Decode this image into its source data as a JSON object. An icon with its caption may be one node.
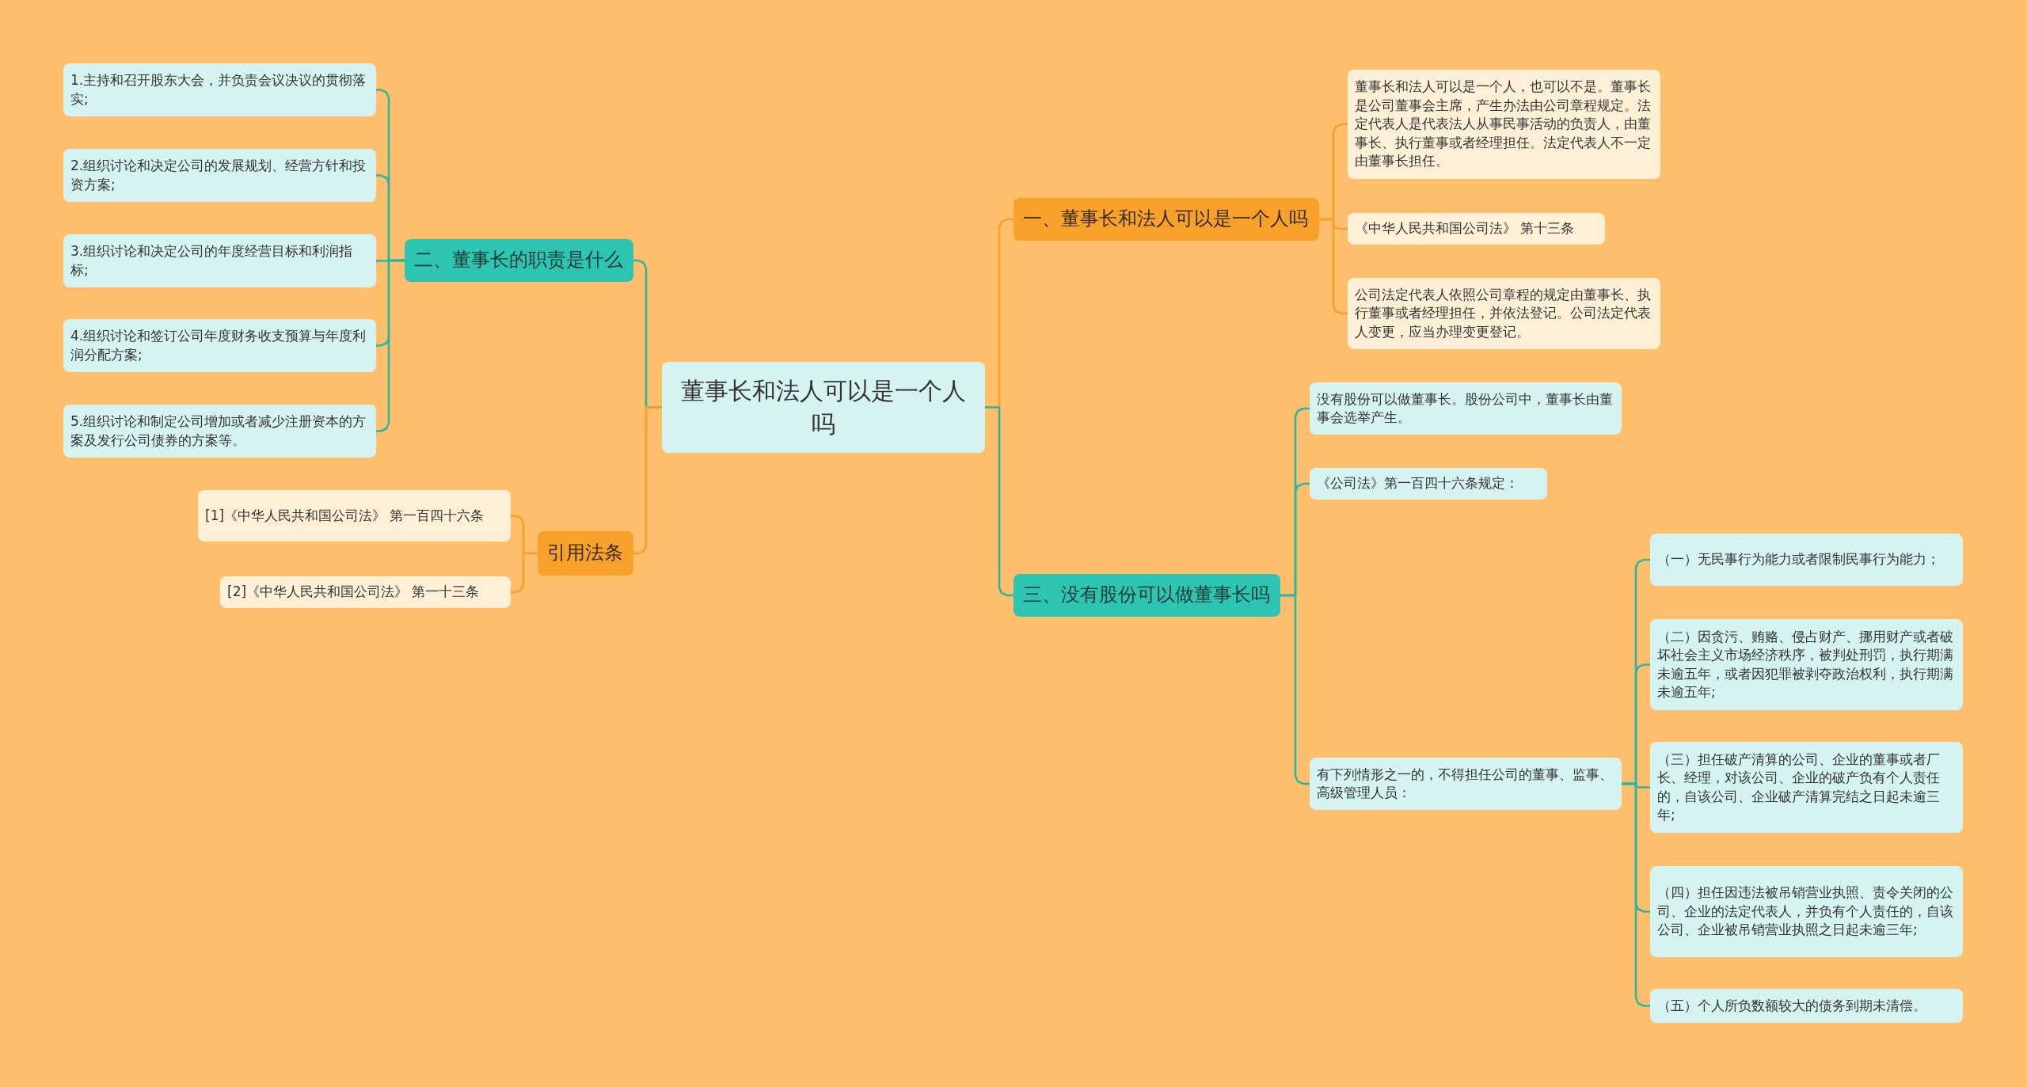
{
  "diagram": {
    "nodes": [
      {
        "text": [
          "董事长和法人可以是一个人吗"
        ]
      },
      {
        "text": [
          "一、董事长和法人可以是一个人吗"
        ]
      },
      {
        "text": [
          "董事长和法人可以是一个人，也可以不是。董事长是公司董事会主席，产生办法由公司章程规定。法定代表人是代表法人从事民事活动的负责人，由董事长、执行董事或者经理担任。法定代表人不一定由董事长担任。"
        ]
      },
      {
        "text": [
          "《中华人民共和国公司法》 第十三条"
        ]
      },
      {
        "text": [
          "公司法定代表人依照公司章程的规定由董事长、执行董事或者经理担任，并依法登记。公司法定代表人变更，应当办理变更登记。"
        ]
      },
      {
        "text": [
          "三、没有股份可以做董事长吗"
        ]
      },
      {
        "text": [
          "没有股份可以做董事长。股份公司中，董事长由董事会选举产生。"
        ]
      },
      {
        "text": [
          "《公司法》第一百四十六条规定："
        ]
      },
      {
        "text": [
          "有下列情形之一的，不得担任公司的董事、监事、高级管理人员："
        ]
      },
      {
        "text": [
          "（一）无民事行为能力或者限制民事行为能力；"
        ]
      },
      {
        "text": [
          "（二）因贪污、贿赂、侵占财产、挪用财产或者破坏社会主义市场经济秩序，被判处刑罚，执行期满未逾五年，或者因犯罪被剥夺政治权利，执行期满未逾五年;"
        ]
      },
      {
        "text": [
          "（三）担任破产清算的公司、企业的董事或者厂长、经理，对该公司、企业的破产负有个人责任的，自该公司、企业破产清算完结之日起未逾三年;"
        ]
      },
      {
        "text": [
          "（四）担任因违法被吊销营业执照、责令关闭的公司、企业的法定代表人，并负有个人责任的，自该公司、企业被吊销营业执照之日起未逾三年;"
        ]
      },
      {
        "text": [
          "（五）个人所负数额较大的债务到期未清偿。"
        ]
      },
      {
        "text": [
          "二、董事长的职责是什么"
        ]
      },
      {
        "text": [
          "1.主持和召开股东大会，并负责会议决议的贯彻落实;"
        ]
      },
      {
        "text": [
          "2.组织讨论和决定公司的发展规划、经营方针和投资方案;"
        ]
      },
      {
        "text": [
          "3.组织讨论和决定公司的年度经营目标和利润指标;"
        ]
      },
      {
        "text": [
          "4.组织讨论和签订公司年度财务收支预算与年度利润分配方案;"
        ]
      },
      {
        "text": [
          "5.组织讨论和制定公司增加或者减少注册资本的方案及发行公司债券的方案等。"
        ]
      },
      {
        "text": [
          "引用法条"
        ]
      },
      {
        "text": [
          "[1]《中华人民共和国公司法》 第一百四十六条"
        ]
      },
      {
        "text": [
          "[2]《中华人民共和国公司法》 第一十三条"
        ]
      }
    ],
    "edges": [
      {
        "from": 0,
        "to": 1,
        "arrow": "none",
        "color": "#f7a12b"
      },
      {
        "from": 0,
        "to": 5,
        "arrow": "none"
      },
      {
        "from": 0,
        "to": 14,
        "arrow": "none"
      },
      {
        "from": 0,
        "to": 20,
        "arrow": "none",
        "color": "#f7a12b"
      },
      {
        "from": 1,
        "to": 2,
        "arrow": "none",
        "color": "#f7a12b"
      },
      {
        "from": 1,
        "to": 3,
        "arrow": "none",
        "color": "#f7a12b"
      },
      {
        "from": 1,
        "to": 4,
        "arrow": "none",
        "color": "#f7a12b"
      },
      {
        "from": 5,
        "to": 6,
        "arrow": "none"
      },
      {
        "from": 5,
        "to": 7,
        "arrow": "none"
      },
      {
        "from": 5,
        "to": 8,
        "arrow": "none"
      },
      {
        "from": 8,
        "to": 9,
        "arrow": "none"
      },
      {
        "from": 8,
        "to": 10,
        "arrow": "none"
      },
      {
        "from": 8,
        "to": 11,
        "arrow": "none"
      },
      {
        "from": 8,
        "to": 12,
        "arrow": "none"
      },
      {
        "from": 8,
        "to": 13,
        "arrow": "none"
      },
      {
        "from": 14,
        "to": 15,
        "arrow": "none"
      },
      {
        "from": 14,
        "to": 16,
        "arrow": "none"
      },
      {
        "from": 14,
        "to": 17,
        "arrow": "none"
      },
      {
        "from": 14,
        "to": 18,
        "arrow": "none"
      },
      {
        "from": 14,
        "to": 19,
        "arrow": "none"
      },
      {
        "from": 20,
        "to": 21,
        "arrow": "none",
        "color": "#f7a12b"
      },
      {
        "from": 20,
        "to": 22,
        "arrow": "none",
        "color": "#f7a12b"
      }
    ]
  }
}
